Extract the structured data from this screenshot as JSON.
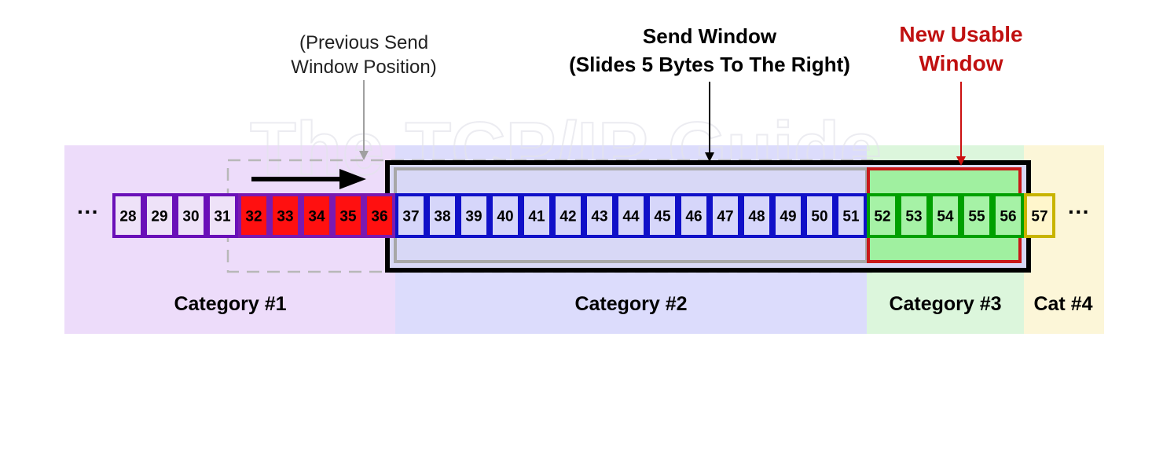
{
  "labels": {
    "previous_window_line1": "(Previous Send",
    "previous_window_line2": "Window Position)",
    "send_window_line1": "Send Window",
    "send_window_line2": "(Slides 5 Bytes To The Right)",
    "new_usable_line1": "New Usable",
    "new_usable_line2": "Window",
    "ellipsis_left": "···",
    "ellipsis_right": "···"
  },
  "watermark": "The TCP/IP Guide",
  "categories": [
    {
      "label": "Category #1",
      "bg": "#eddcfa"
    },
    {
      "label": "Category #2",
      "bg": "#dcdcfc"
    },
    {
      "label": "Category #3",
      "bg": "#dcf6dc"
    },
    {
      "label": "Cat #4",
      "bg": "#fcf6d8"
    }
  ],
  "bytes": [
    {
      "n": "28",
      "cat": 1
    },
    {
      "n": "29",
      "cat": 1
    },
    {
      "n": "30",
      "cat": 1
    },
    {
      "n": "31",
      "cat": 1
    },
    {
      "n": "32",
      "cat": "1r"
    },
    {
      "n": "33",
      "cat": "1r"
    },
    {
      "n": "34",
      "cat": "1r"
    },
    {
      "n": "35",
      "cat": "1r"
    },
    {
      "n": "36",
      "cat": "1r"
    },
    {
      "n": "37",
      "cat": 2
    },
    {
      "n": "38",
      "cat": 2
    },
    {
      "n": "39",
      "cat": 2
    },
    {
      "n": "40",
      "cat": 2
    },
    {
      "n": "41",
      "cat": 2
    },
    {
      "n": "42",
      "cat": 2
    },
    {
      "n": "43",
      "cat": 2
    },
    {
      "n": "44",
      "cat": 2
    },
    {
      "n": "45",
      "cat": 2
    },
    {
      "n": "46",
      "cat": 2
    },
    {
      "n": "47",
      "cat": 2
    },
    {
      "n": "48",
      "cat": 2
    },
    {
      "n": "49",
      "cat": 2
    },
    {
      "n": "50",
      "cat": 2
    },
    {
      "n": "51",
      "cat": 2
    },
    {
      "n": "52",
      "cat": 3
    },
    {
      "n": "53",
      "cat": 3
    },
    {
      "n": "54",
      "cat": 3
    },
    {
      "n": "55",
      "cat": 3
    },
    {
      "n": "56",
      "cat": 3
    },
    {
      "n": "57",
      "cat": 4
    }
  ],
  "colors": {
    "cat1_fill": "#eee2f8",
    "cat1_stroke": "#6a10b8",
    "cat1_recent_fill": "#ff1010",
    "cat1_recent_stroke": "#7a1ab0",
    "cat2_fill": "#d6d6fa",
    "cat2_stroke": "#1010c8",
    "cat3_fill": "#a6f2a6",
    "cat3_stroke": "#00a000",
    "cat4_fill": "#fff6cc",
    "cat4_stroke": "#c8b400",
    "send_window_border": "#000000",
    "usable_window_border": "#c81818",
    "new_usable_text": "#c01010"
  }
}
